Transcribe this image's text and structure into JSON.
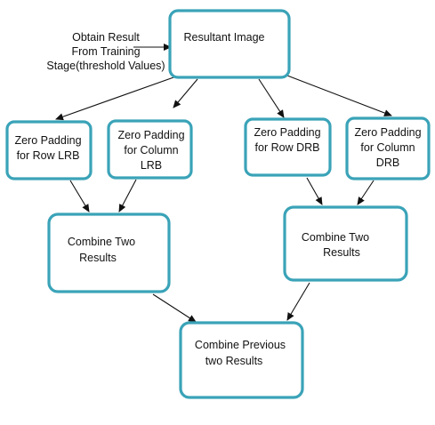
{
  "colors": {
    "box_border": "#3aa3b8",
    "arrow": "#111111",
    "text": "#111111"
  },
  "input_note": {
    "lines": [
      "Obtain Result",
      "From Training",
      "Stage(threshold Values)"
    ]
  },
  "nodes": {
    "resultant": {
      "lines": [
        "Resultant Image"
      ]
    },
    "zp_row_lrb": {
      "lines": [
        "Zero Padding",
        "for Row LRB"
      ]
    },
    "zp_col_lrb": {
      "lines": [
        "Zero Padding",
        "for Column",
        "LRB"
      ]
    },
    "zp_row_drb": {
      "lines": [
        "Zero Padding",
        "for Row DRB"
      ]
    },
    "zp_col_drb": {
      "lines": [
        "Zero Padding",
        "for Column",
        "DRB"
      ]
    },
    "combine_lrb": {
      "lines": [
        "Combine Two",
        "Results"
      ]
    },
    "combine_drb": {
      "lines": [
        "Combine Two",
        "Results"
      ]
    },
    "combine_final": {
      "lines": [
        "Combine Previous",
        "two Results"
      ]
    }
  },
  "edges": [
    {
      "from": "input_note",
      "to": "resultant"
    },
    {
      "from": "resultant",
      "to": "zp_row_lrb"
    },
    {
      "from": "resultant",
      "to": "zp_col_lrb"
    },
    {
      "from": "resultant",
      "to": "zp_row_drb"
    },
    {
      "from": "resultant",
      "to": "zp_col_drb"
    },
    {
      "from": "zp_row_lrb",
      "to": "combine_lrb"
    },
    {
      "from": "zp_col_lrb",
      "to": "combine_lrb"
    },
    {
      "from": "zp_row_drb",
      "to": "combine_drb"
    },
    {
      "from": "zp_col_drb",
      "to": "combine_drb"
    },
    {
      "from": "combine_lrb",
      "to": "combine_final"
    },
    {
      "from": "combine_drb",
      "to": "combine_final"
    }
  ]
}
